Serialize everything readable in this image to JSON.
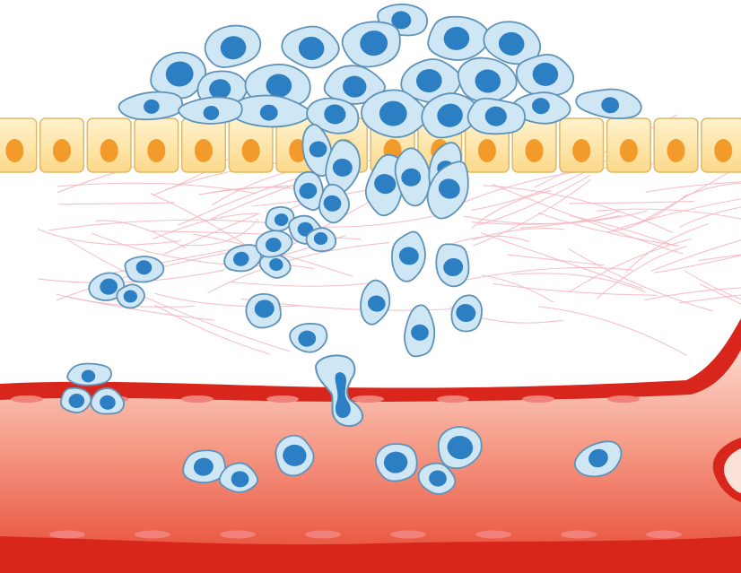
{
  "figure": {
    "subject": "metastasis-illustration",
    "colors": {
      "background": "#ffffff",
      "tumor_cell_fill": "#cfe6f5",
      "tumor_cell_stroke": "#5f93b9",
      "tumor_nucleus": "#2d7fc4",
      "epithelium_fill": "#fde3a4",
      "epithelium_stroke": "#e0b865",
      "epithelium_nucleus": "#f29b2a",
      "fiber": "#f5b5bd",
      "vessel_wall": "#d8261c",
      "vessel_lumen_light": "#fbd8cc",
      "vessel_lumen_mid": "#f6a08c",
      "vessel_lumen_dark": "#ea5a44",
      "endothelial_nucleus": "#f0827a"
    },
    "epithelial_cell_count": 16,
    "components": [
      "primary-tumor",
      "epithelial-layer",
      "extracellular-matrix-fibers",
      "invading-cells",
      "intravasating-cell",
      "blood-vessel",
      "circulating-tumor-cells"
    ]
  }
}
